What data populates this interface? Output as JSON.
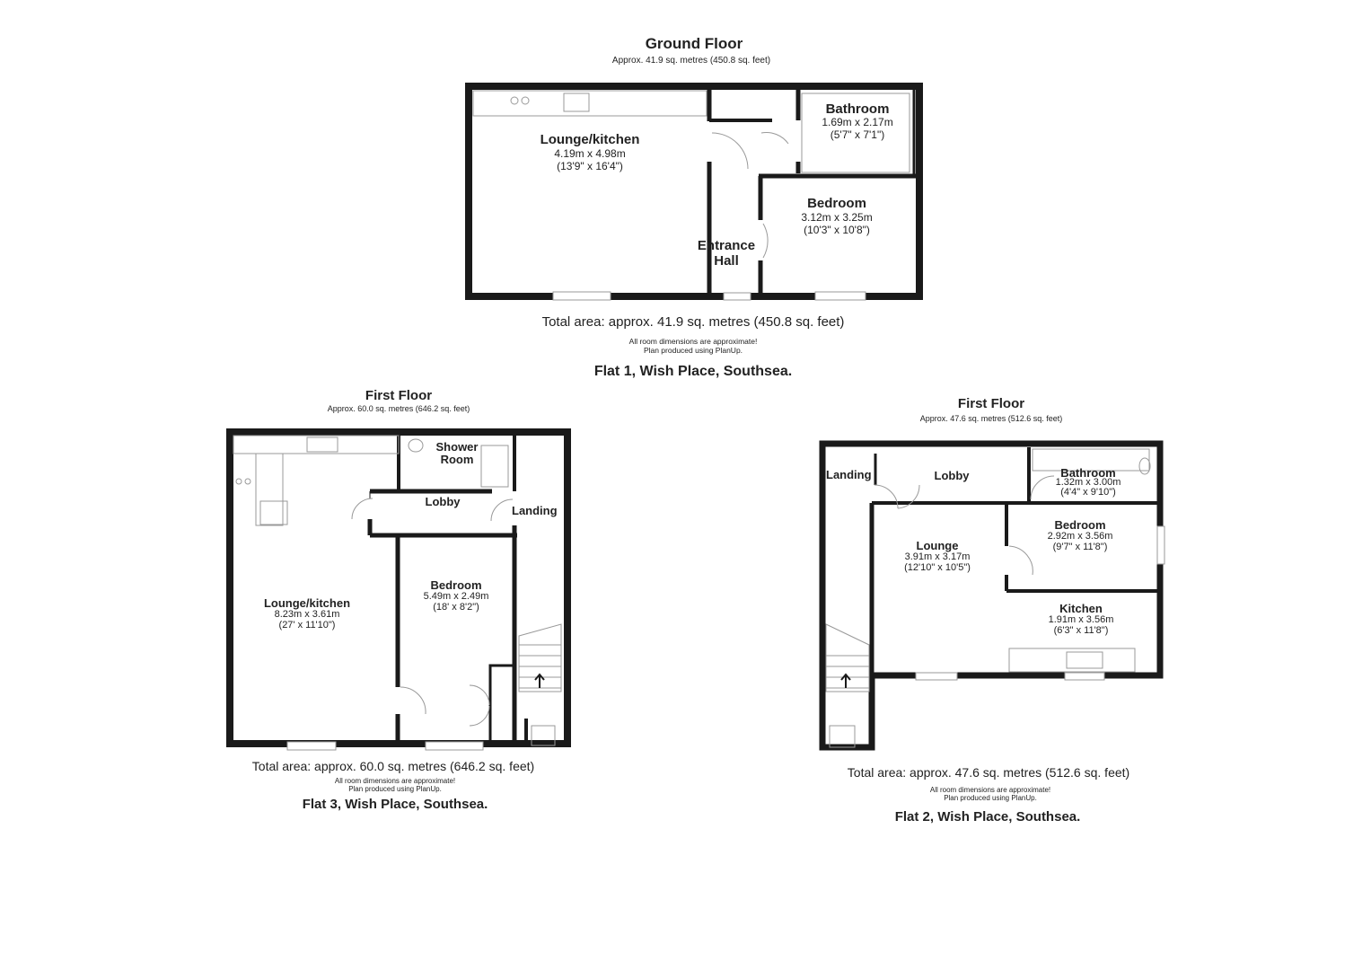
{
  "ground": {
    "floor_title": "Ground Floor",
    "floor_area": "Approx. 41.9 sq. metres (450.8 sq. feet)",
    "rooms": [
      {
        "name": "Lounge/kitchen",
        "dim_m": "4.19m x 4.98m",
        "dim_ft": "(13'9\" x 16'4\")"
      },
      {
        "name": "Bathroom",
        "dim_m": "1.69m x 2.17m",
        "dim_ft": "(5'7\" x 7'1\")"
      },
      {
        "name": "Bedroom",
        "dim_m": "3.12m x 3.25m",
        "dim_ft": "(10'3\" x 10'8\")"
      },
      {
        "name1": "Entrance",
        "name2": "Hall"
      }
    ],
    "total": "Total area: approx. 41.9 sq. metres (450.8 sq. feet)",
    "note1": "All room dimensions are approximate!",
    "note2": "Plan produced using PlanUp.",
    "flat": "Flat 1, Wish Place, Southsea."
  },
  "flat3": {
    "floor_title": "First Floor",
    "floor_area": "Approx. 60.0 sq. metres (646.2 sq. feet)",
    "rooms": [
      {
        "name1": "Shower",
        "name2": "Room"
      },
      {
        "name": "Lobby"
      },
      {
        "name": "Landing"
      },
      {
        "name": "Lounge/kitchen",
        "dim_m": "8.23m x 3.61m",
        "dim_ft": "(27' x 11'10\")"
      },
      {
        "name": "Bedroom",
        "dim_m": "5.49m x 2.49m",
        "dim_ft": "(18' x 8'2\")"
      }
    ],
    "total": "Total area: approx. 60.0 sq. metres (646.2 sq. feet)",
    "note1": "All room dimensions are approximate!",
    "note2": "Plan produced using PlanUp.",
    "flat": "Flat 3, Wish Place, Southsea."
  },
  "flat2": {
    "floor_title": "First Floor",
    "floor_area": "Approx. 47.6 sq. metres (512.6 sq. feet)",
    "rooms": [
      {
        "name": "Landing"
      },
      {
        "name": "Lobby"
      },
      {
        "name": "Bathroom",
        "dim_m": "1.32m x 3.00m",
        "dim_ft": "(4'4\" x 9'10\")"
      },
      {
        "name": "Bedroom",
        "dim_m": "2.92m x 3.56m",
        "dim_ft": "(9'7\" x 11'8\")"
      },
      {
        "name": "Lounge",
        "dim_m": "3.91m x 3.17m",
        "dim_ft": "(12'10\" x 10'5\")"
      },
      {
        "name": "Kitchen",
        "dim_m": "1.91m x 3.56m",
        "dim_ft": "(6'3\" x 11'8\")"
      }
    ],
    "total": "Total area: approx. 47.6 sq. metres (512.6 sq. feet)",
    "note1": "All room dimensions are approximate!",
    "note2": "Plan produced using PlanUp.",
    "flat": "Flat 2, Wish Place, Southsea."
  },
  "colors": {
    "wall": "#1a1a1a",
    "fixture": "#999999"
  }
}
